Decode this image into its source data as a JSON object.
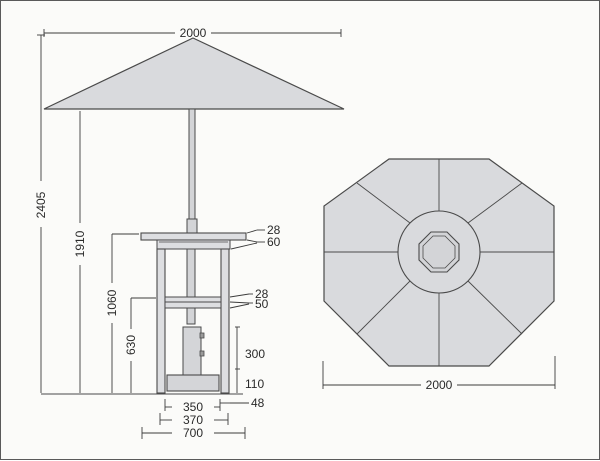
{
  "colors": {
    "line": "#4a4a4a",
    "canopy_fill": "#d9dadd",
    "pole_fill": "#d3d4d7",
    "table_fill": "#dddee1",
    "base_fill": "#d4d5d8",
    "dim_line": "#3c3c3c",
    "text": "#2a2a2a"
  },
  "side_view": {
    "dims": {
      "canopy_width": "2000",
      "overall_height": "2405",
      "under_canopy_height": "1910",
      "table_height": "1060",
      "shelf_height": "630",
      "table_top_thickness": "28",
      "table_apron": "60",
      "shelf_thickness": "28",
      "shelf_apron": "50",
      "base_height": "300",
      "foot_height": "110",
      "leg_thickness": "48",
      "base_width": "350",
      "inner_width": "370",
      "table_width": "700"
    }
  },
  "top_view": {
    "dims": {
      "canopy_diameter": "2000"
    }
  }
}
